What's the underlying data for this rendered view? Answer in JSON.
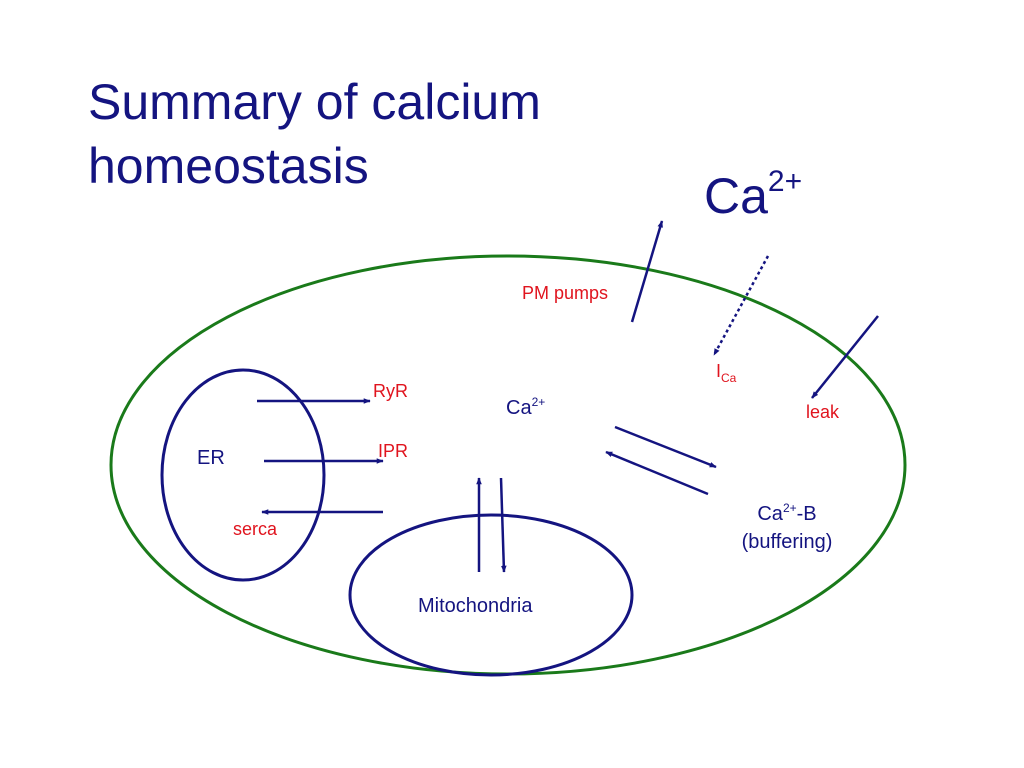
{
  "title": {
    "line1": "Summary of calcium",
    "line2": "homeostasis"
  },
  "extracellular": {
    "ion": "Ca",
    "charge": "2+"
  },
  "cytosol": {
    "ion": "Ca",
    "charge": "2+"
  },
  "labels": {
    "pm_pumps": "PM pumps",
    "i_ca_main": "I",
    "i_ca_sub": "Ca",
    "leak": "leak",
    "er": "ER",
    "ryr": "RyR",
    "ipr": "IPR",
    "serca": "serca",
    "mitochondria": "Mitochondria",
    "buffer_ion": "Ca",
    "buffer_charge": "2+",
    "buffer_suffix": "-B",
    "buffer_note": "(buffering)"
  },
  "colors": {
    "title": "#141480",
    "arrows": "#141480",
    "cell_membrane": "#1a7a1a",
    "organelles": "#141480",
    "label_red": "#e0141e"
  }
}
